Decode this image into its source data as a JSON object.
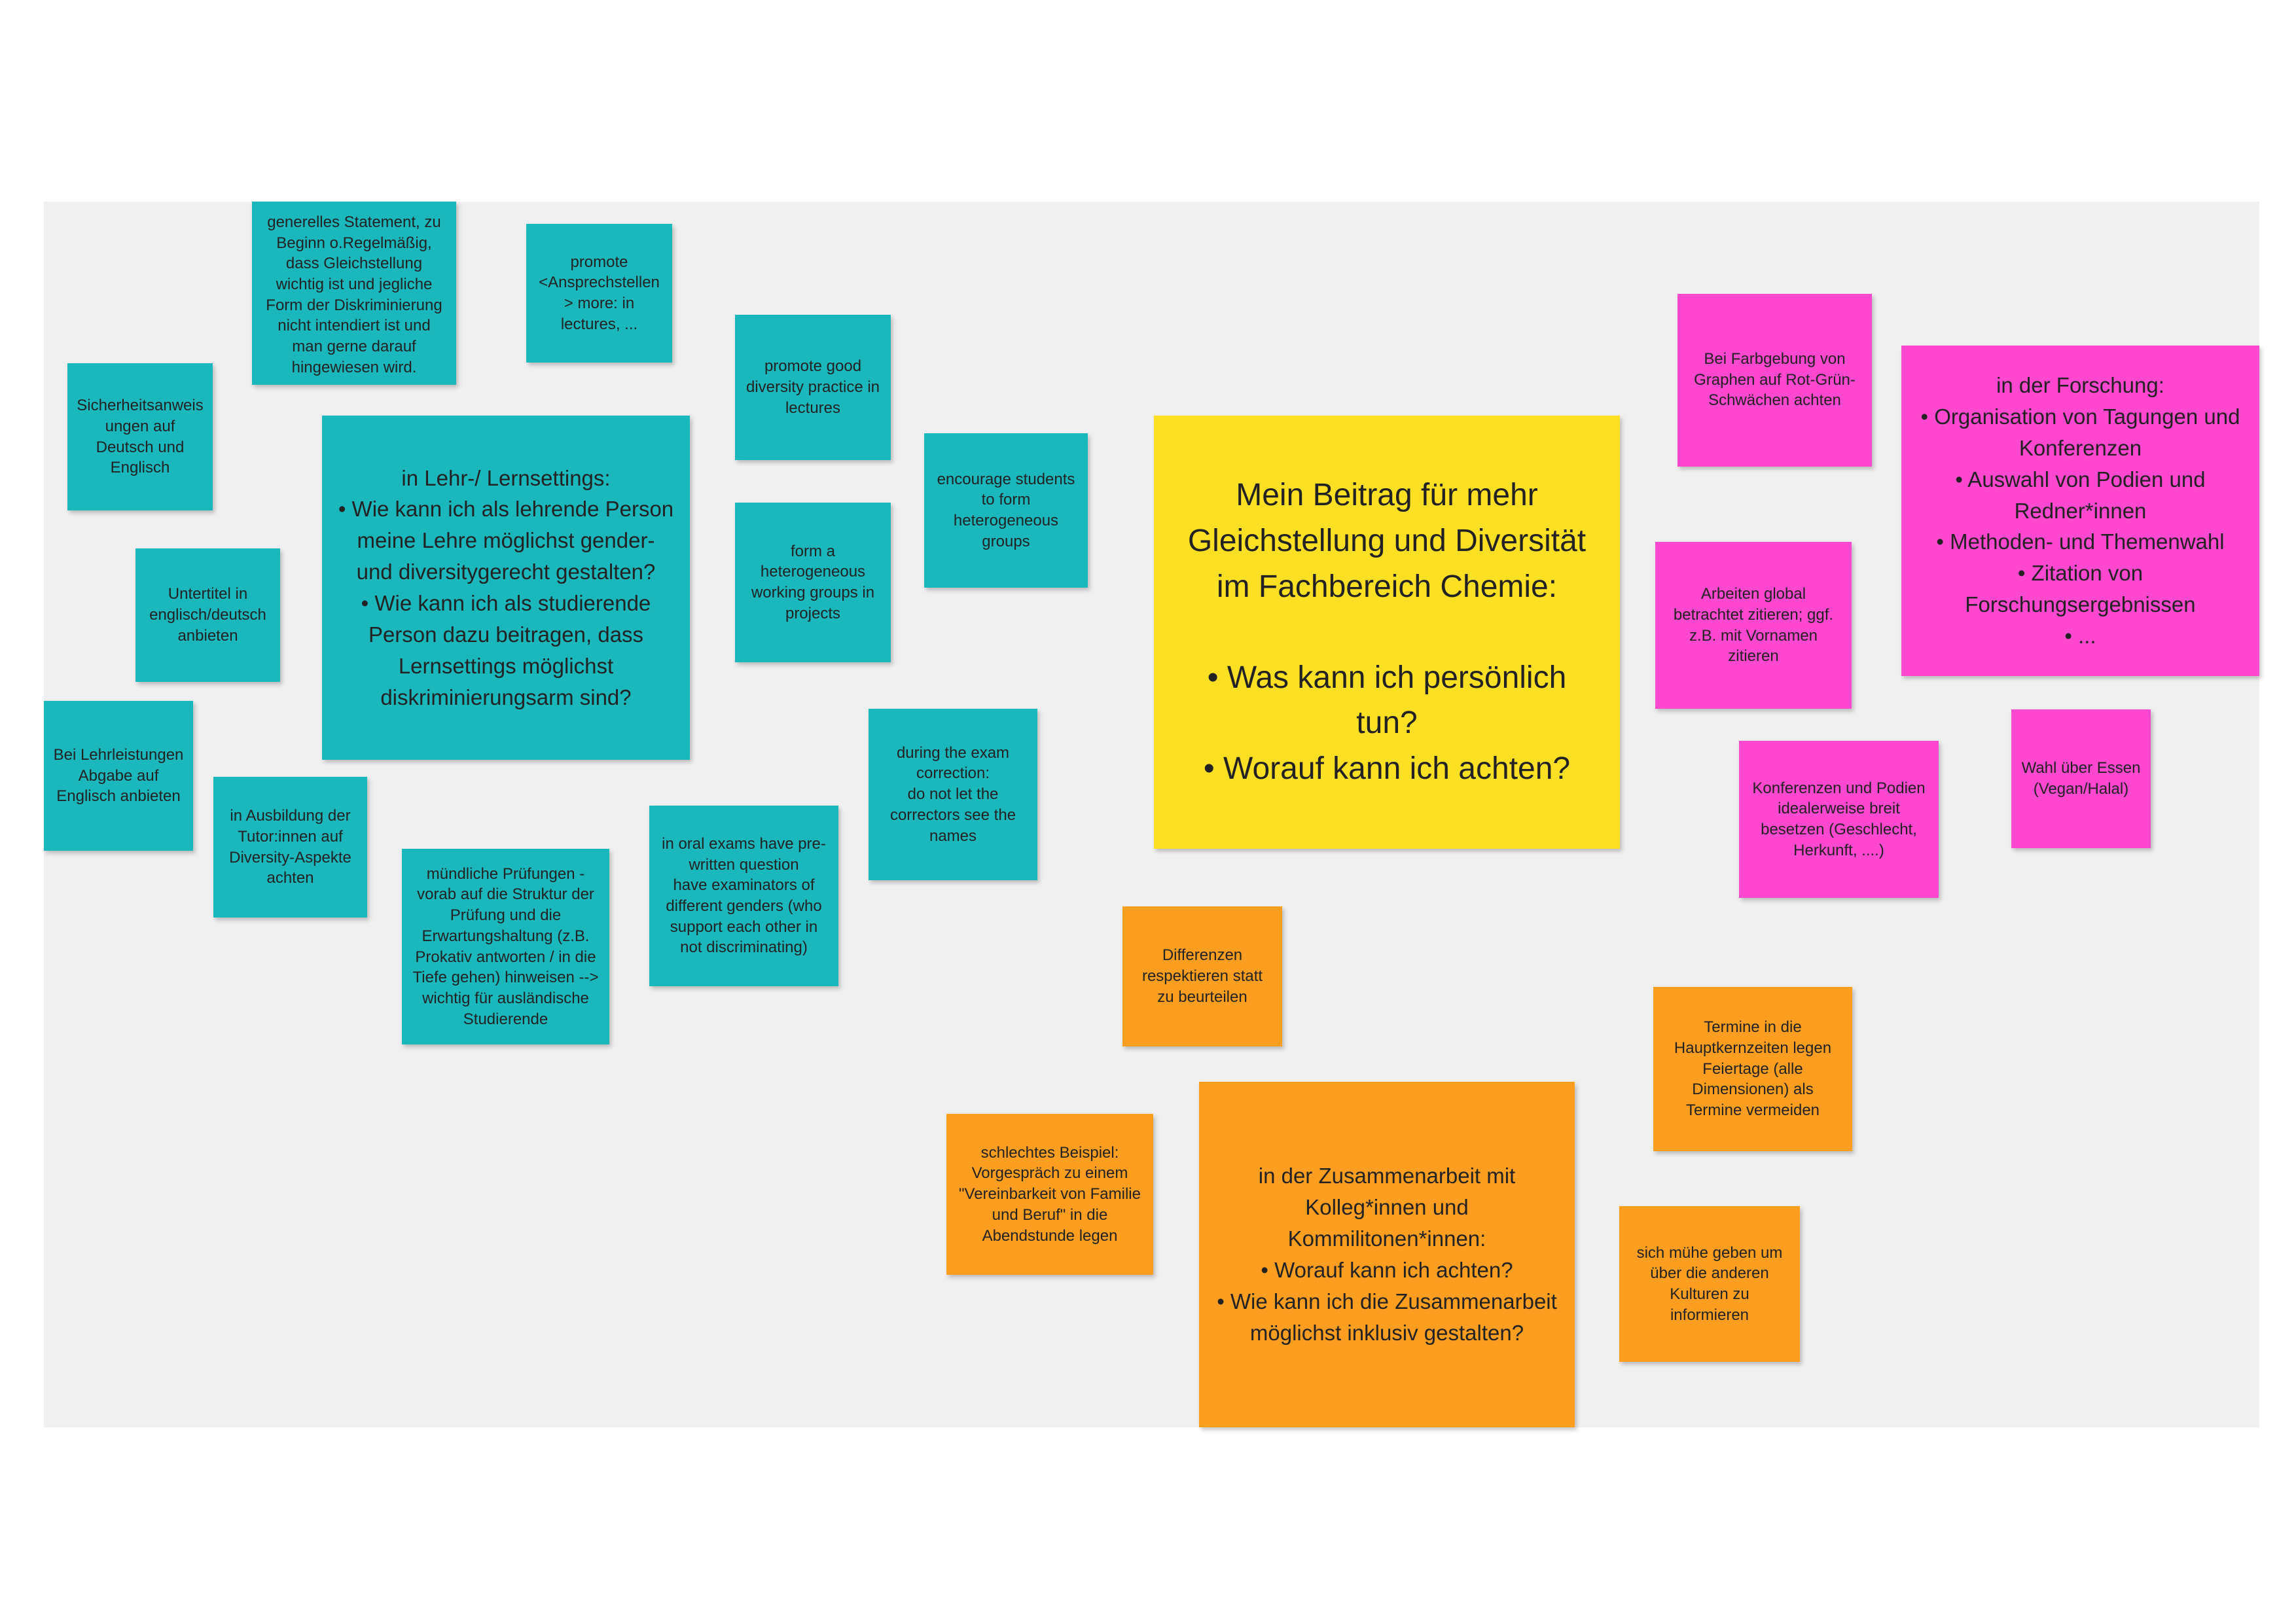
{
  "board": {
    "center": {
      "text": "Mein Beitrag für mehr\nGleichstellung und Diversität\nim Fachbereich Chemie:\n\n• Was kann ich persönlich\ntun?\n• Worauf kann ich achten?",
      "color": "#fddf23"
    },
    "teal_notes": [
      "generelles Statement, zu\nBeginn o.Regelmäßig,\ndass Gleichstellung\nwichtig ist und jegliche\nForm der Diskriminierung\nnicht intendiert ist und\nman gerne darauf\nhingewiesen wird.",
      "promote\n<Ansprechstellen\n> more: in\nlectures, ...",
      "promote good\ndiversity practice in\nlectures",
      "Sicherheitsanweis\nungen auf\nDeutsch und\nEnglisch",
      "in Lehr-/ Lernsettings:\n• Wie kann ich als lehrende Person\nmeine Lehre möglichst gender-\nund diversitygerecht gestalten?\n• Wie kann ich als studierende\nPerson dazu beitragen, dass\nLernsettings möglichst\ndiskriminierungsarm sind?",
      "encourage students\nto form\nheterogeneous\ngroups",
      "form a\nheterogeneous\nworking groups in\nprojects",
      "Untertitel in\nenglisch/deutsch\nanbieten",
      "Bei Lehrleistungen\nAbgabe auf\nEnglisch anbieten",
      "in Ausbildung der\nTutor:innen auf\nDiversity-Aspekte\nachten",
      "during the exam\ncorrection:\ndo not let the\ncorrectors see the\nnames",
      "in oral exams have pre-\nwritten question\nhave examinators of\ndifferent genders (who\nsupport each other in\nnot discriminating)",
      "mündliche Prüfungen -\nvorab auf die Struktur der\nPrüfung und die\nErwartungshaltung (z.B.\nProkativ antworten / in die\nTiefe gehen) hinweisen -->\nwichtig für ausländische\nStudierende"
    ],
    "pink_notes": [
      "Bei Farbgebung von\nGraphen auf Rot-Grün-\nSchwächen achten",
      "in der Forschung:\n• Organisation von Tagungen und\nKonferenzen\n• Auswahl von Podien und\nRedner*innen\n• Methoden- und Themenwahl\n• Zitation von\nForschungsergebnissen\n• ...",
      "Arbeiten global\nbetrachtet zitieren; ggf.\nz.B. mit Vornamen\nzitieren",
      "Konferenzen und Podien\nidealerweise breit\nbesetzen (Geschlecht,\nHerkunft, ....)",
      "Wahl über Essen\n(Vegan/Halal)"
    ],
    "orange_notes": [
      "Differenzen\nrespektieren statt\nzu beurteilen",
      "Termine in die\nHauptkernzeiten legen\nFeiertage (alle\nDimensionen) als\nTermine vermeiden",
      "schlechtes Beispiel:\nVorgespräch zu einem\n\"Vereinbarkeit von Familie\nund Beruf\" in die\nAbendstunde legen",
      "in der Zusammenarbeit mit\nKolleg*innen und\nKommilitonen*innen:\n• Worauf kann ich achten?\n• Wie kann ich die Zusammenarbeit\nmöglichst inklusiv gestalten?",
      "sich mühe geben um\nüber die anderen\nKulturen zu\ninformieren"
    ],
    "colors": {
      "teal": "#1ab8bd",
      "pink": "#ff47cf",
      "orange": "#fd9e20",
      "yellow": "#fddf23",
      "board": "#f0f0f0"
    }
  }
}
